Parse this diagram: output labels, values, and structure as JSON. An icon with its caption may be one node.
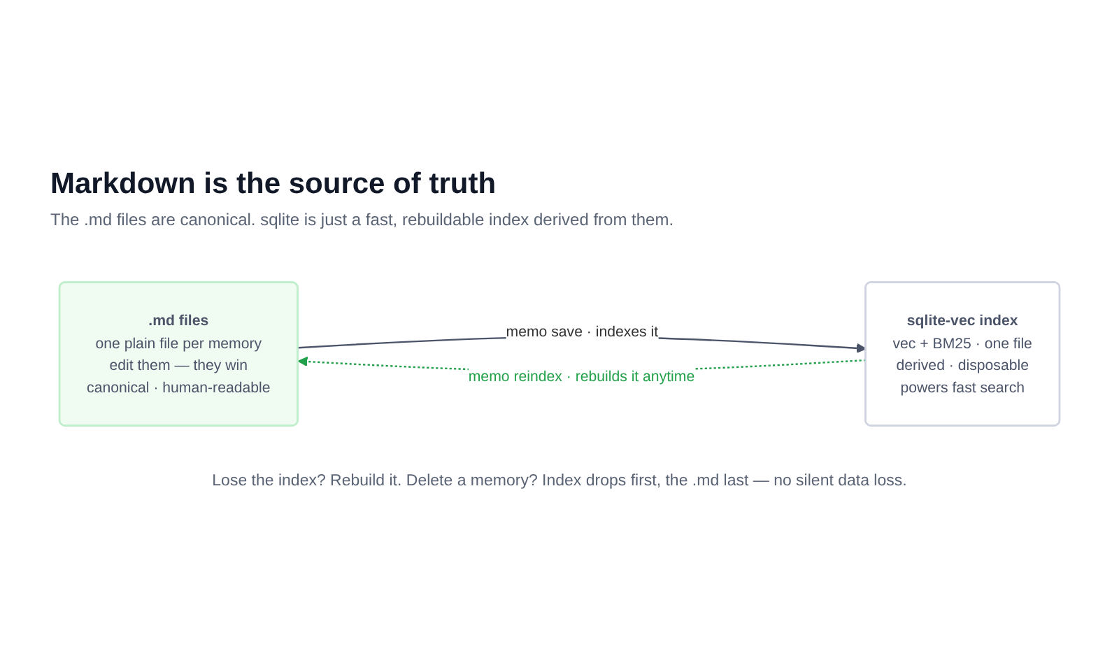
{
  "diagram": {
    "title": "Markdown is the source of truth",
    "nodes": [
      {
        "text": [
          ".md files",
          "one plain file per memory",
          "edit them — they win",
          "canonical · human-readable"
        ]
      },
      {
        "text": [
          "sqlite-vec index",
          "vec + BM25 · one file",
          "derived · disposable",
          "powers fast search"
        ]
      }
    ],
    "edges": [
      {
        "from": 0,
        "to": 1,
        "arrow": "to",
        "label": "memo save · indexes it"
      },
      {
        "from": 1,
        "to": 0,
        "arrow": "to",
        "label": "memo reindex · rebuilds it anytime",
        "style": "dashed",
        "color": "#22a04b"
      }
    ],
    "labels": [
      "The .md files are canonical. sqlite is just a fast, rebuildable index derived from them.",
      "Lose the index? Rebuild it. Delete a memory? Index drops first, the .md last — no silent data loss."
    ]
  }
}
